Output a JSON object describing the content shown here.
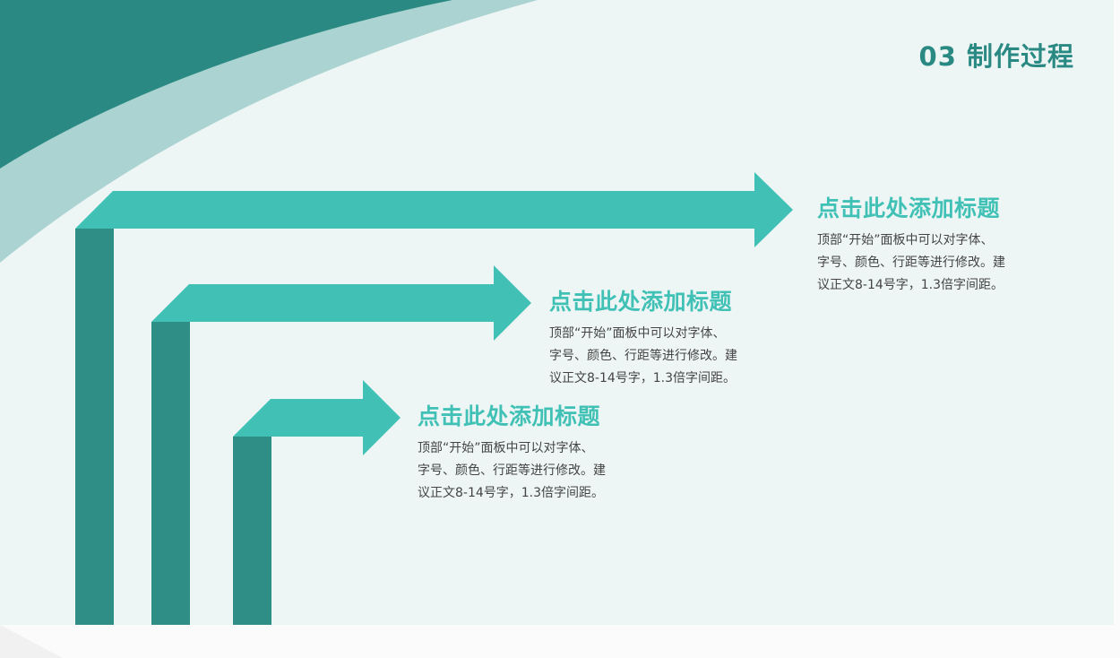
{
  "header": {
    "title": "03 制作过程"
  },
  "colors": {
    "background": "#eef6f5",
    "dark_teal": "#2a8a83",
    "light_teal_band": "#abd3d1",
    "arrow_band": "#41c1b6",
    "arrow_stem": "#2f8f87",
    "title_text": "#41c1b6",
    "body_text": "#444444"
  },
  "steps": [
    {
      "title": "点击此处添加标题",
      "desc_lines": [
        "顶部“开始”面板中可以对字体、",
        "字号、颜色、行距等进行修改。建",
        "议正文8-14号字，1.3倍字间距。"
      ]
    },
    {
      "title": "点击此处添加标题",
      "desc_lines": [
        "顶部“开始”面板中可以对字体、",
        "字号、颜色、行距等进行修改。建",
        "议正文8-14号字，1.3倍字间距。"
      ]
    },
    {
      "title": "点击此处添加标题",
      "desc_lines": [
        "顶部“开始”面板中可以对字体、",
        "字号、颜色、行距等进行修改。建",
        "议正文8-14号字，1.3倍字间距。"
      ]
    }
  ]
}
